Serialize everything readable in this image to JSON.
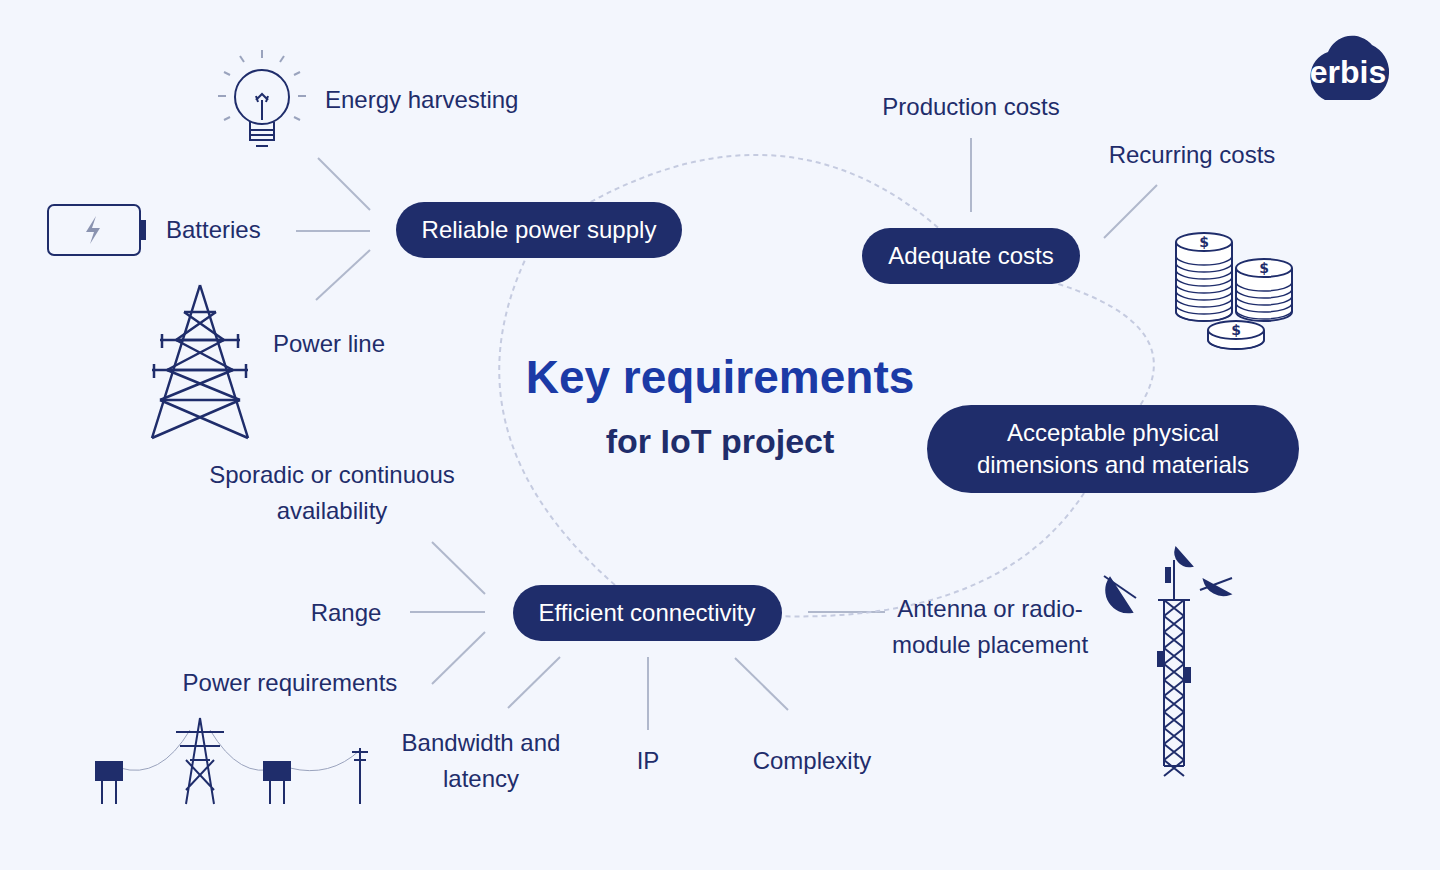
{
  "diagram": {
    "title": "Key requirements",
    "nodes": [
      {
        "text": [
          "Reliable power supply"
        ]
      },
      {
        "text": [
          "Adequate costs"
        ]
      },
      {
        "text": [
          "Acceptable physical dimensions and materials"
        ]
      },
      {
        "text": [
          "Efficient connectivity"
        ]
      }
    ],
    "edges": [
      {
        "from": 0,
        "to": 1,
        "arrow": "none"
      },
      {
        "from": 1,
        "to": 2,
        "arrow": "none"
      },
      {
        "from": 2,
        "to": 3,
        "arrow": "none"
      },
      {
        "from": 3,
        "to": 0,
        "arrow": "none"
      }
    ],
    "labels": [
      "Energy harvesting",
      "Batteries",
      "Power line",
      "Production costs",
      "Recurring costs",
      "Sporadic or continuous availability",
      "Range",
      "Power requirements",
      "Bandwidth and latency",
      "IP",
      "Complexity",
      "Antenna or radio-module placement",
      "for IoT project",
      "erbis"
    ]
  }
}
